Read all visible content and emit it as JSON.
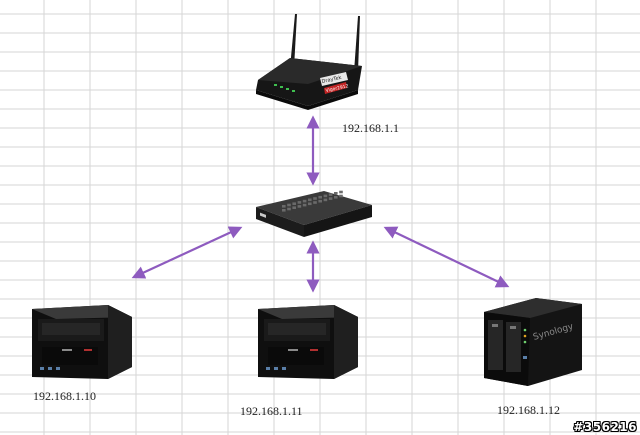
{
  "devices": {
    "router": {
      "ip": "192.168.1.1",
      "brand": "DrayTek",
      "model": "Vigor2912"
    },
    "switch": {
      "ip": ""
    },
    "pc_left": {
      "ip": "192.168.1.10"
    },
    "pc_middle": {
      "ip": "192.168.1.11"
    },
    "nas": {
      "ip": "192.168.1.12",
      "brand": "Synology"
    }
  },
  "watermark": "#356216",
  "colors": {
    "arrow": "#8e5bbf",
    "grid": "#d6d6d6",
    "device": "#141414"
  },
  "icons": [
    "router-icon",
    "switch-icon",
    "desktop-pc-icon",
    "nas-icon",
    "double-arrow-icon"
  ]
}
